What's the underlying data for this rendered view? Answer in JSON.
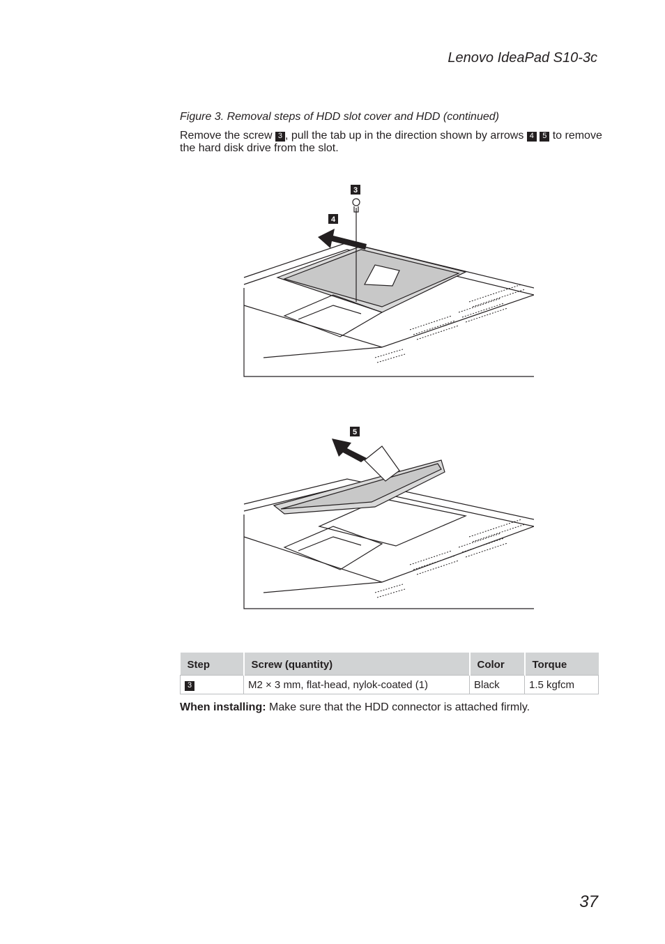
{
  "header": {
    "title": "Lenovo IdeaPad S10-3c"
  },
  "caption": "Figure 3. Removal steps of HDD slot cover and HDD (continued)",
  "instructions": {
    "part1": "Remove the screw ",
    "callout_screw": "3",
    "part2": ", pull the tab up in the direction shown by arrows ",
    "callout_arrow1": "4",
    "callout_arrow2": "5",
    "part3": " to remove the hard disk drive from the slot."
  },
  "figures": {
    "top": {
      "callouts": [
        "3",
        "4"
      ]
    },
    "bottom": {
      "callouts": [
        "5"
      ]
    }
  },
  "table": {
    "headers": [
      "Step",
      "Screw (quantity)",
      "Color",
      "Torque"
    ],
    "rows": [
      {
        "step": "3",
        "screw": "M2 × 3 mm, flat-head, nylok-coated (1)",
        "color": "Black",
        "torque": "1.5 kgfcm"
      }
    ]
  },
  "install_note": {
    "label": "When installing:",
    "text": " Make sure that the HDD connector is attached firmly."
  },
  "page_number": "37",
  "colors": {
    "text": "#231f20",
    "table_header_bg": "#d1d3d4",
    "callout_bg": "#231f20"
  }
}
